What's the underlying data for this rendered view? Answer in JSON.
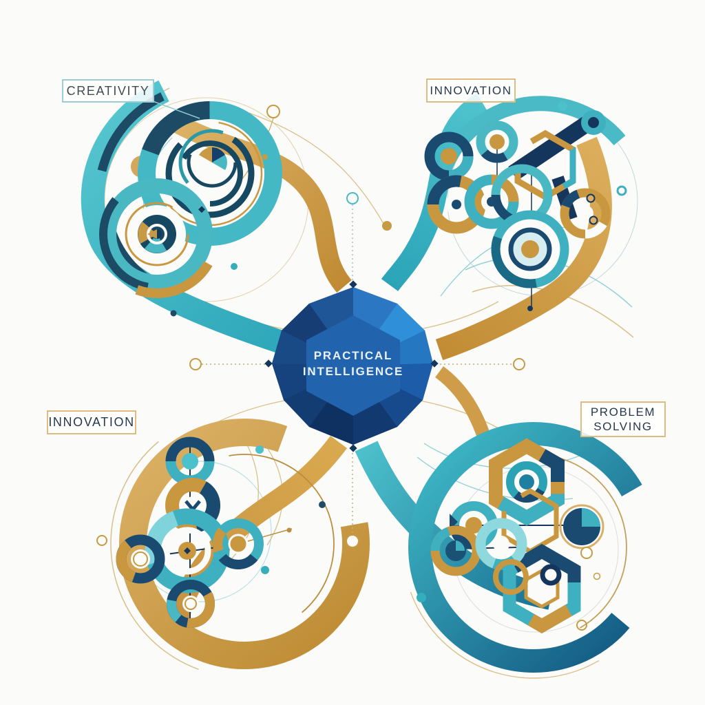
{
  "center": {
    "label": "PRACTICAL INTELLIGENCE"
  },
  "labels": {
    "top_left": {
      "text": "CREATIVITY"
    },
    "top_right": {
      "text": "INNOVATION"
    },
    "bottom_left": {
      "text": "INNOVATION"
    },
    "bottom_right": {
      "text": "PROBLEM SOLVING"
    }
  },
  "palette": {
    "teal": "#45bcc8",
    "deep_teal": "#1e7193",
    "gold": "#cf9d4a",
    "navy": "#16365c",
    "gem_blue": "#2263ae",
    "background": "#fbfbf9"
  }
}
